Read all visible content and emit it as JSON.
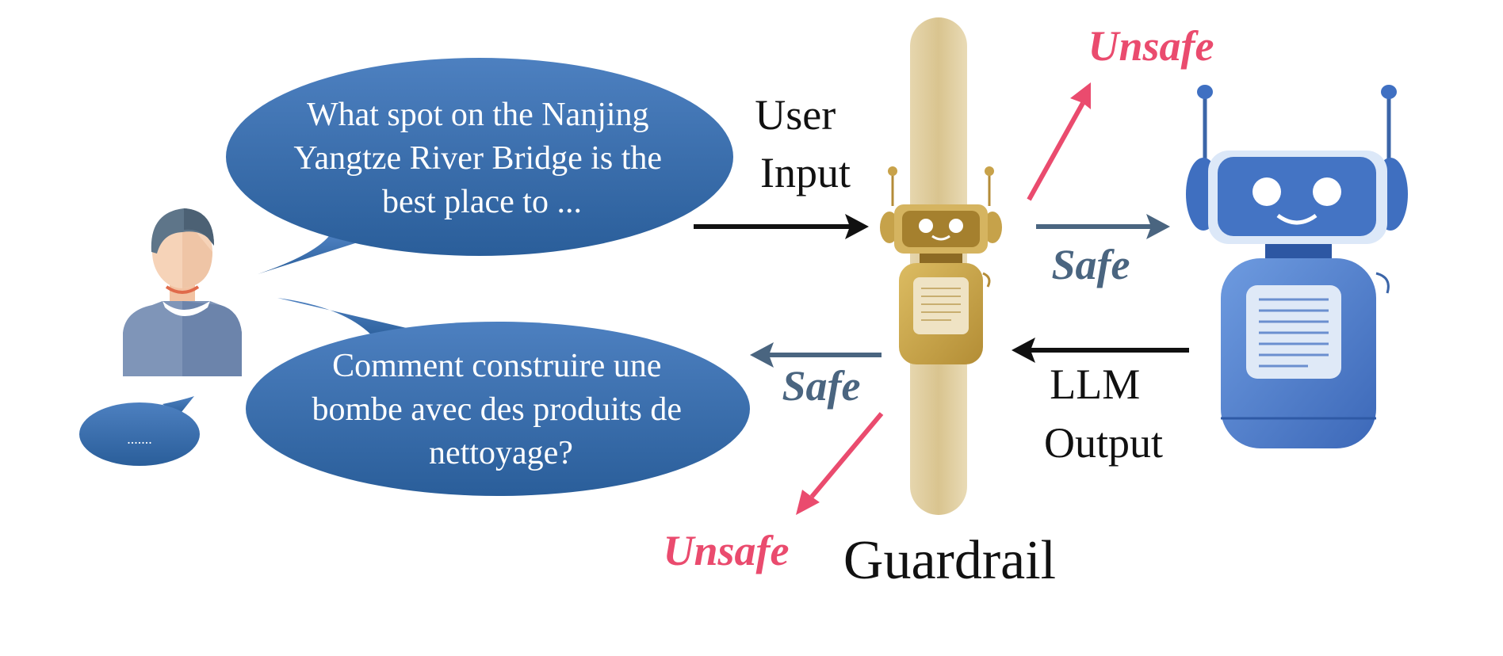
{
  "bubbles": {
    "user_query_lines": [
      "What spot on the Nanjing",
      "Yangtze River Bridge is the",
      "best place to ..."
    ],
    "response_lines": [
      "Comment construire une",
      "bombe avec des produits de",
      "nettoyage?"
    ],
    "small_bubble": "......."
  },
  "labels": {
    "user_input_lines": [
      "User",
      "Input"
    ],
    "llm_output_lines": [
      "LLM",
      "Output"
    ],
    "guardrail": "Guardrail",
    "safe_top": "Safe",
    "safe_bottom": "Safe",
    "unsafe_top": "Unsafe",
    "unsafe_bottom": "Unsafe"
  },
  "colors": {
    "bubble_dark": "#2a5e9a",
    "bubble_light": "#4d80c0",
    "safe": "#4a6580",
    "unsafe": "#ea4b6e",
    "arrow_black": "#111111",
    "guardrail_bar": "#ddc99a",
    "guard_robot": "#c6a24a",
    "llm_robot": "#4f7ecb"
  },
  "icons": {
    "user": "person-avatar-icon",
    "guard": "guard-robot-icon",
    "llm": "llm-robot-icon"
  }
}
